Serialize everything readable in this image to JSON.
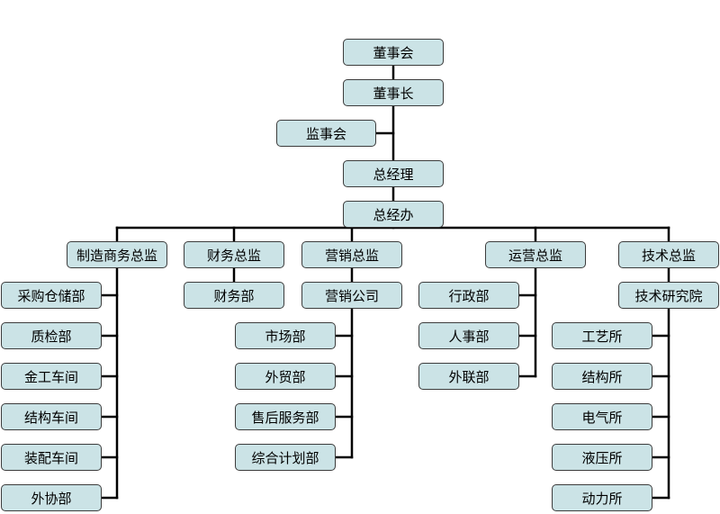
{
  "org": {
    "board": "董事会",
    "chairman": "董事长",
    "supervisors": "监事会",
    "gm": "总经理",
    "gm_office": "总经办",
    "depts": [
      {
        "head": "制造商务总监",
        "units": [
          "采购仓储部",
          "质检部",
          "金工车间",
          "结构车间",
          "装配车间",
          "外协部"
        ]
      },
      {
        "head": "财务总监",
        "units": [
          "财务部"
        ]
      },
      {
        "head": "营销总监",
        "sub_head": "营销公司",
        "units": [
          "市场部",
          "外贸部",
          "售后服务部",
          "综合计划部"
        ]
      },
      {
        "head": "运营总监",
        "units": [
          "行政部",
          "人事部",
          "外联部"
        ]
      },
      {
        "head": "技术总监",
        "sub_head": "技术研究院",
        "units": [
          "工艺所",
          "结构所",
          "电气所",
          "液压所",
          "动力所"
        ]
      }
    ]
  },
  "colors": {
    "box_fill": "#cbe3e6",
    "box_border": "#3c3c3c",
    "line": "#000000"
  }
}
